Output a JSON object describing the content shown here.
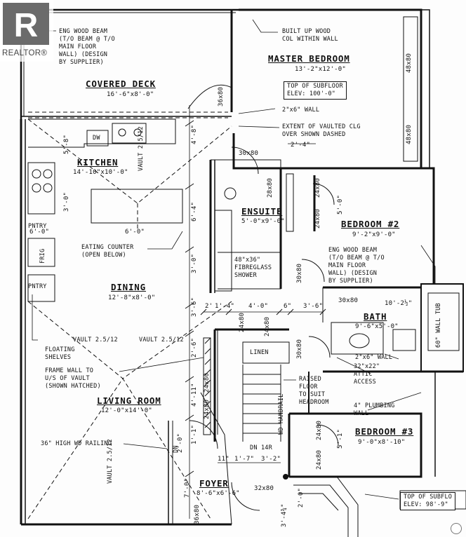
{
  "watermark": {
    "brand": "REALTOR®"
  },
  "rooms": {
    "covered_deck": {
      "name": "COVERED DECK",
      "size": "16'-6\"x8'-0\""
    },
    "master_bedroom": {
      "name": "MASTER BEDROOM",
      "size": "13'-2\"x12'-0\""
    },
    "kitchen": {
      "name": "KITCHEN",
      "size": "14'-10\"x10'-0\""
    },
    "ensuite": {
      "name": "ENSUITE",
      "size": "5'-0\"x9'-0\""
    },
    "bedroom2": {
      "name": "BEDROOM #2",
      "size": "9'-2\"x9'-0\""
    },
    "dining": {
      "name": "DINING",
      "size": "12'-8\"x8'-0\""
    },
    "bath": {
      "name": "BATH",
      "size": "9'-6\"x5'-0\""
    },
    "living_room": {
      "name": "LIVING ROOM",
      "size": "12'-0\"x14'-0\""
    },
    "bedroom3": {
      "name": "BEDROOM #3",
      "size": "9'-0\"x8'-10\""
    },
    "foyer": {
      "name": "FOYER",
      "size": "8'-6\"x6'-6\""
    }
  },
  "notes": {
    "eng_beam_top": [
      "ENG WOOD BEAM",
      "(T/O BEAM @ T/O",
      "MAIN FLOOR",
      "WALL) (DESIGN",
      "BY SUPPLIER)"
    ],
    "built_up_col": [
      "BUILT UP WOOD",
      "COL WITHIN WALL"
    ],
    "subfloor_top": [
      "TOP OF SUBFLOOR",
      "ELEV: 100'-0\""
    ],
    "wall_2x6_top": "2\"x6\" WALL",
    "vaulted_clg": [
      "EXTENT OF VAULTED CLG",
      "OVER SHOWN DASHED"
    ],
    "eating_counter": [
      "EATING COUNTER",
      "(OPEN BELOW)"
    ],
    "eng_beam_mid": [
      "ENG WOOD BEAM",
      "(T/O BEAM @ T/O",
      "MAIN FLOOR",
      "WALL) (DESIGN",
      "BY SUPPLIER)"
    ],
    "shower": [
      "48\"x36\"",
      "FIBREGLASS",
      "SHOWER"
    ],
    "floating_shelves": [
      "FLOATING",
      "SHELVES"
    ],
    "frame_wall": [
      "FRAME WALL TO",
      "U/S OF VAULT",
      "(SHOWN HATCHED)"
    ],
    "vault_mid_left": "VAULT 2.5/12",
    "vault_mid_right": "VAULT 2.5/12",
    "linen": "LINEN",
    "raised_floor": [
      "RAISED",
      "FLOOR",
      "TO SUIT",
      "HEADROOM"
    ],
    "wall_2x6_bath": "2\"x6\" WALL",
    "attic_access": [
      "32\"x22\"",
      "ATTIC",
      "ACCESS"
    ],
    "plumbing_wall": [
      "4\" PLUMBING",
      "WALL"
    ],
    "railing": "36\" HIGH WD RAILING",
    "handrail": "WD HANDRAIL",
    "dn_14r": "DN 14R",
    "subfloor_bottom": [
      "TOP OF SUBFLO",
      "ELEV: 98'-9\""
    ]
  },
  "labels": {
    "dw": "DW",
    "pntry1": "PNTRY",
    "frig": "FRIG",
    "pntry2": "PNTRY",
    "vault_kitchen": "VAULT 2.5/12",
    "vault_living": "VAULT 2.5/12",
    "wall_tub": "60\" WALL TUB",
    "dn": "DN"
  },
  "dimensions": {
    "deck_post": "36x80",
    "win_master_1": "48x80",
    "win_master_2": "48x80",
    "d_4_8": "4'-8\"",
    "d_2_4": "2'-4\"",
    "door_30x80_a": "30x80",
    "door_28x80": "28x80",
    "door_24x80_a": "24x80",
    "door_24x80_b": "24x80",
    "d_5_0": "5'-0\"",
    "d_3_0_k": "3'-0\"",
    "d_5_8": "5'-8\"",
    "d_6_0_a": "6'-0\"",
    "d_6_0_b": "6'-0\"",
    "d_6_4": "6'-4\"",
    "d_3_0_b": "3'-0\"",
    "door_30x80_b": "30x80",
    "door_30x80_c": "30x80",
    "d_3_6_a": "3'-6\"",
    "d_2_1": "2'",
    "d_1_4": "1'-4\"",
    "d_4_0": "4'-0\"",
    "d_6_in": "6\"",
    "d_3_6_b": "3'-6\"",
    "d_10_2": "10'-2½\"",
    "d_2_6": "2'-6\"",
    "door_24x80_c": "24x80",
    "door_24x80_d": "24x80",
    "door_30x80_d": "30x80",
    "door_24x80_e": "24x80",
    "door_24x80_f": "24x80",
    "d_4_11": "4'-11\"",
    "d_1_1": "1'-1\"",
    "d_11": "11\"",
    "d_1_7": "1'-7\"",
    "d_3_2": "3'-2\"",
    "door_24x80_g": "24x80",
    "door_24x80_h": "24x80",
    "d_5_1": "5'-1\"",
    "d_7_0": "7'-0\"",
    "door_32x80": "32x80",
    "door_36x80": "36x80",
    "d_3_4": "3'-4¾\"",
    "d_2_0": "2'-0\"",
    "d_2_r": "2'-0\""
  }
}
